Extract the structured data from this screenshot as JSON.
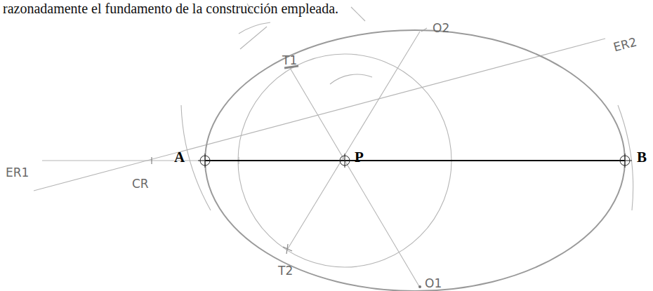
{
  "diagram": {
    "labels": [
      "razonadamente el fundamento de la construcción empleada.",
      "ER2",
      "T1",
      "O2",
      "ER1",
      "A",
      "P",
      "B",
      "CR",
      "T2",
      "O1"
    ]
  }
}
